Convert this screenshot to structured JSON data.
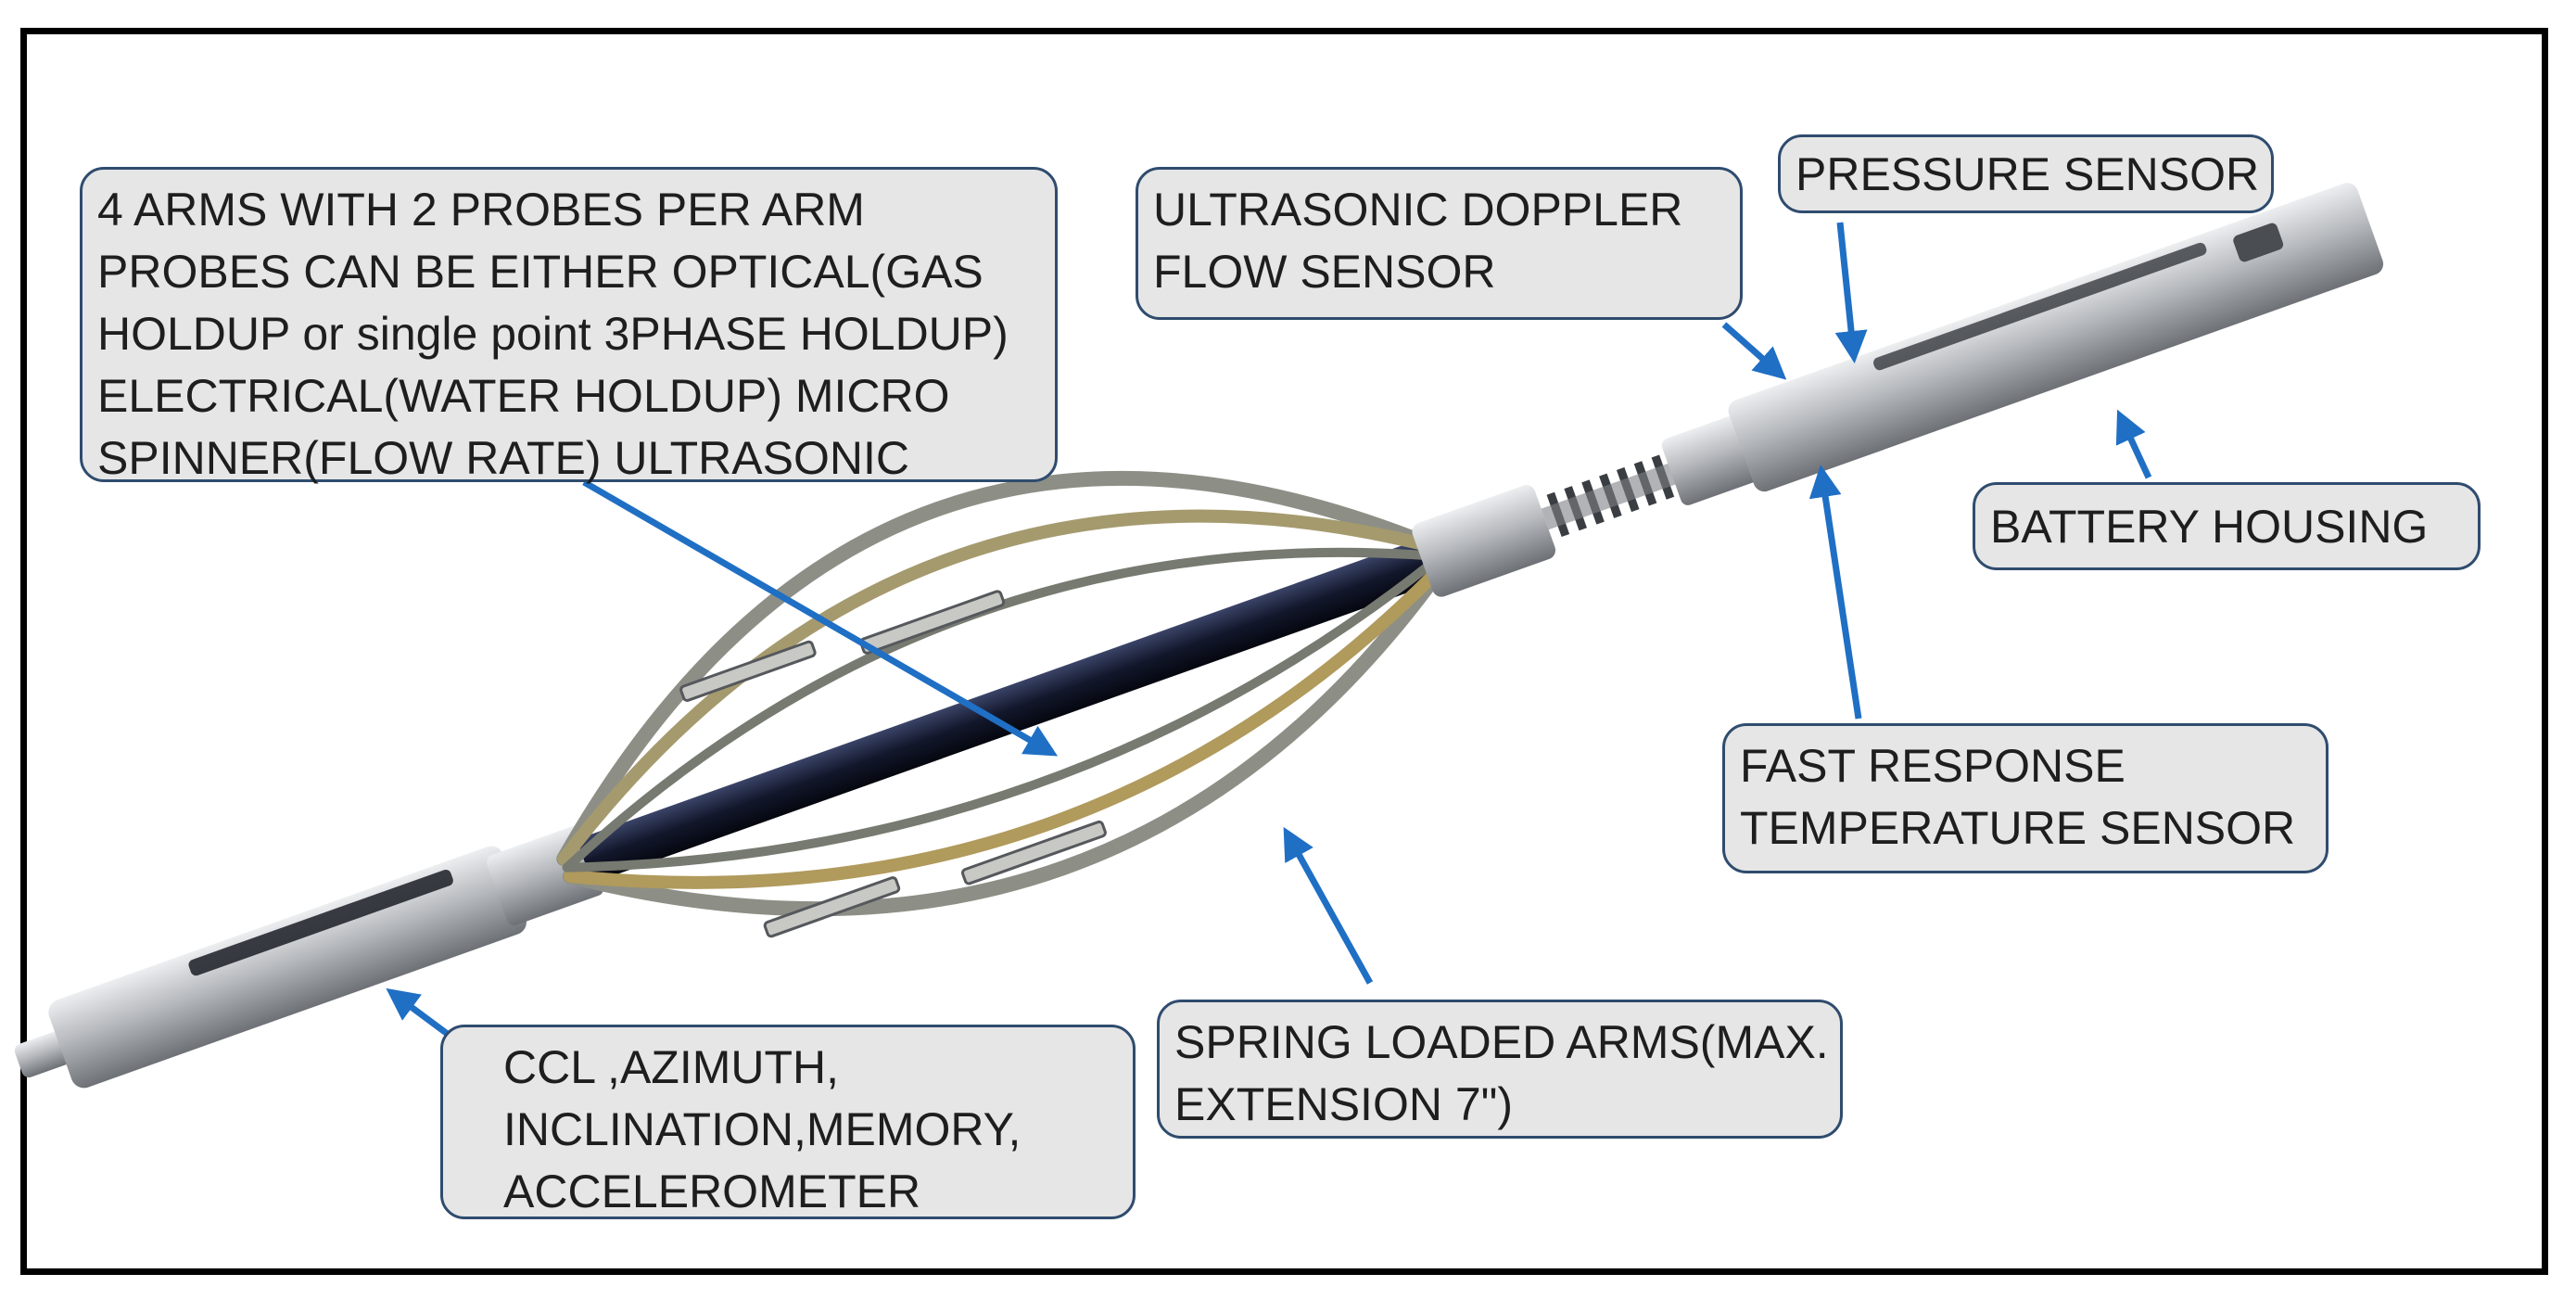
{
  "colors": {
    "frame": "#000000",
    "label_fill": "#e6e6e6",
    "label_border": "#2f4c6e",
    "arrow": "#1f6fc4",
    "steel": "#b9bcc0",
    "carbon_tube": "#161c33"
  },
  "labels": {
    "arms": {
      "lines": [
        "4 ARMS WITH 2 PROBES PER ARM",
        "PROBES CAN BE EITHER OPTICAL(GAS",
        "HOLDUP or single point 3PHASE HOLDUP)",
        "ELECTRICAL(WATER HOLDUP) MICRO",
        "SPINNER(FLOW RATE) ULTRASONIC"
      ]
    },
    "doppler": {
      "lines": [
        "ULTRASONIC DOPPLER",
        "FLOW SENSOR"
      ]
    },
    "pressure": {
      "lines": [
        "PRESSURE SENSOR"
      ]
    },
    "battery": {
      "lines": [
        "BATTERY HOUSING"
      ]
    },
    "temperature": {
      "lines": [
        "FAST RESPONSE",
        "TEMPERATURE SENSOR"
      ]
    },
    "spring": {
      "lines": [
        "SPRING LOADED ARMS(MAX.",
        "EXTENSION 7\")"
      ]
    },
    "ccl": {
      "lines": [
        "CCL ,AZIMUTH,",
        "INCLINATION,MEMORY,",
        "ACCELEROMETER"
      ]
    }
  }
}
